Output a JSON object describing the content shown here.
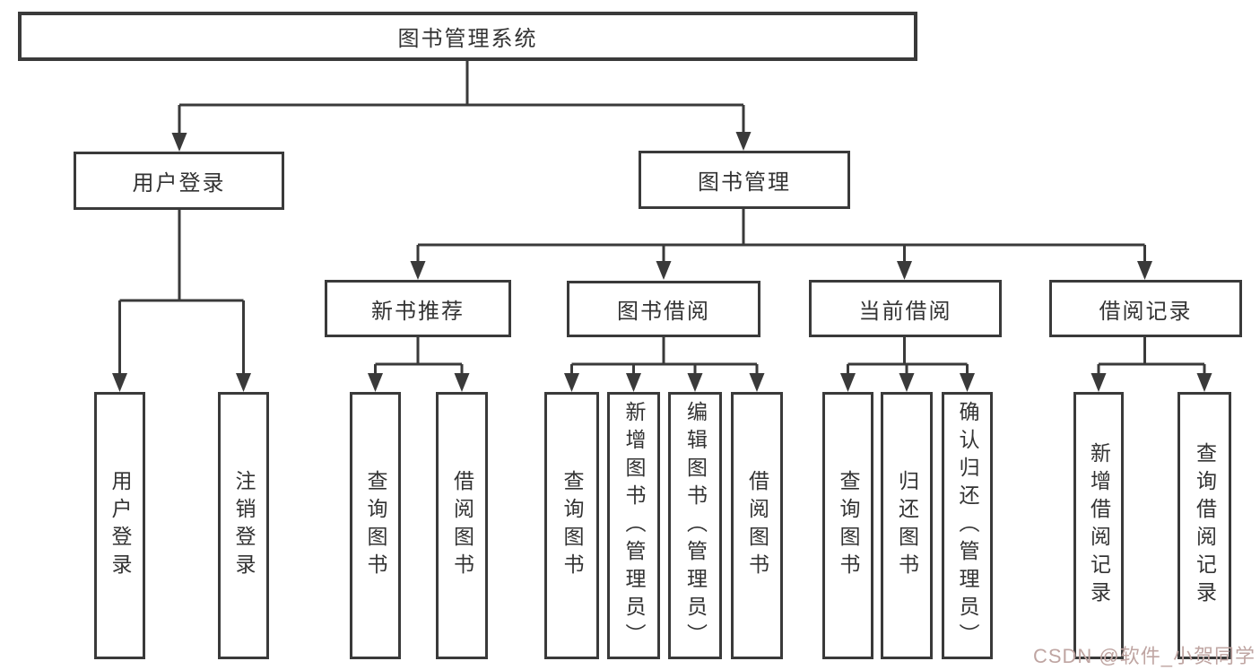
{
  "tree": {
    "label": "图书管理系统",
    "children": [
      {
        "label": "用户登录",
        "children": [
          {
            "label": "用户登录"
          },
          {
            "label": "注销登录"
          }
        ]
      },
      {
        "label": "图书管理",
        "children": [
          {
            "label": "新书推荐",
            "children": [
              {
                "label": "查询图书"
              },
              {
                "label": "借阅图书"
              }
            ]
          },
          {
            "label": "图书借阅",
            "children": [
              {
                "label": "查询图书"
              },
              {
                "label": "新增图书（管理员）"
              },
              {
                "label": "编辑图书（管理员）"
              },
              {
                "label": "借阅图书"
              }
            ]
          },
          {
            "label": "当前借阅",
            "children": [
              {
                "label": "查询图书"
              },
              {
                "label": "归还图书"
              },
              {
                "label": "确认归还（管理员）"
              }
            ]
          },
          {
            "label": "借阅记录",
            "children": [
              {
                "label": "新增借阅记录"
              },
              {
                "label": "查询借阅记录"
              }
            ]
          }
        ]
      }
    ]
  },
  "watermark": {
    "text": "CSDN @软件_小贺同学"
  },
  "colors": {
    "line": "#3a3a3a",
    "text": "#333333",
    "watermark": "#bfa5a2"
  }
}
